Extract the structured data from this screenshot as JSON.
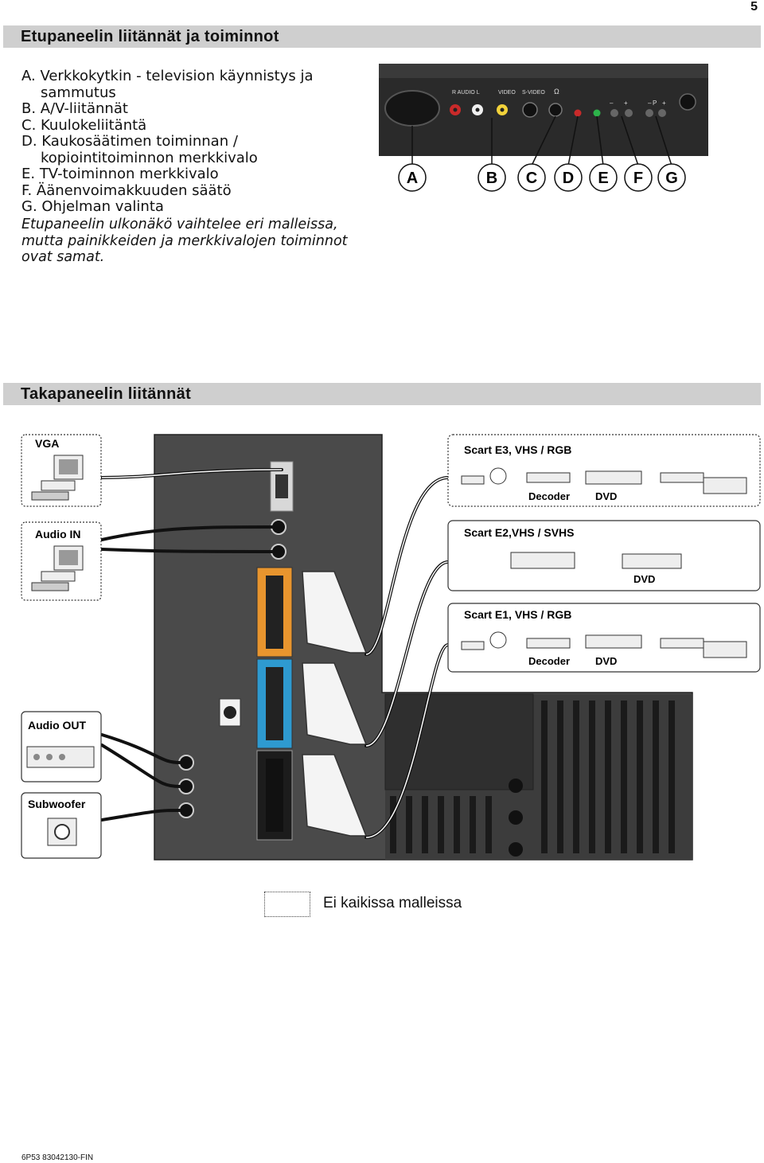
{
  "page_number": "5",
  "front_section": {
    "title": "Etupaneelin liitännät ja toiminnot",
    "items": [
      "A. Verkkokytkin - television käynnistys ja",
      "sammutus",
      "B. A/V-liitännät",
      "C. Kuulokeliitäntä",
      "D. Kaukosäätimen toiminnan /",
      "kopiointitoiminnon merkkivalo",
      "E. TV-toiminnon merkkivalo",
      "F. Äänenvoimakkuuden säätö",
      "G. Ohjelman valinta"
    ],
    "note": "Etupaneelin ulkonäkö vaihtelee eri malleissa, mutta painikkeiden ja merkkivalojen toiminnot ovat samat.",
    "panel_labels": {
      "audio": "R  AUDIO  L",
      "video": "VIDEO",
      "svideo": "S-VIDEO",
      "p": "P",
      "vol_minus": "–",
      "vol_plus": "+",
      "p_minus": "–",
      "p_plus": "+"
    },
    "callouts": [
      "A",
      "B",
      "C",
      "D",
      "E",
      "F",
      "G"
    ]
  },
  "rear_section": {
    "title": "Takapaneelin liitännät",
    "boxes": {
      "vga": "VGA",
      "audio_in": "Audio IN",
      "audio_out": "Audio OUT",
      "subwoofer": "Subwoofer",
      "scart_e3": "Scart E3, VHS / RGB",
      "scart_e2": "Scart E2,VHS / SVHS",
      "scart_e1": "Scart E1, VHS / RGB",
      "decoder_1": "Decoder",
      "dvd_1": "DVD",
      "dvd_2": "DVD",
      "decoder_3": "Decoder",
      "dvd_3": "DVD"
    }
  },
  "legend_text": "Ei kaikissa malleissa",
  "footer": "6P53   83042130-FIN",
  "colors": {
    "section_bar": "#cfcfcf",
    "scart_orange": "#e8952e",
    "scart_blue": "#2e9ad0",
    "scart_black": "#1c1c1c",
    "panel_dark": "#2a2a2a",
    "rear_panel": "#4a4a4a"
  }
}
